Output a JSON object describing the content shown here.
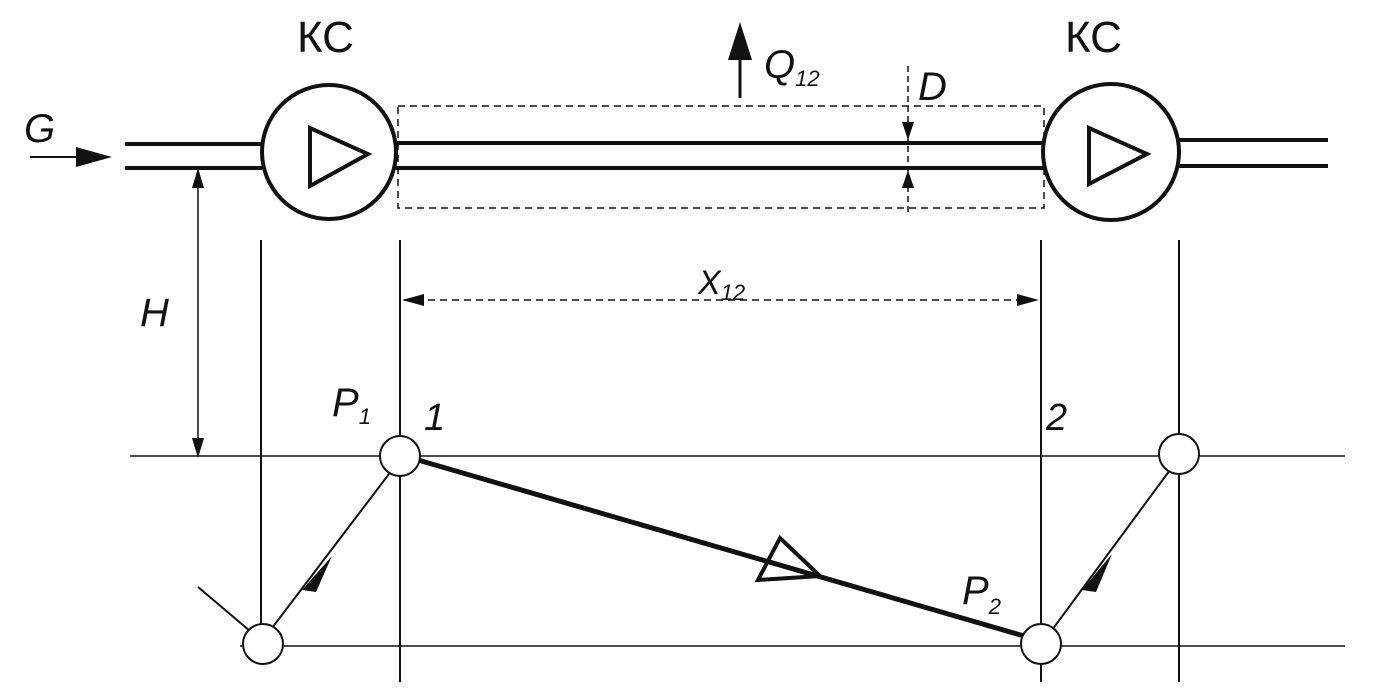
{
  "labels": {
    "station_left": "КС",
    "station_right": "КС",
    "flow": "G",
    "heat_flux": "Q",
    "heat_flux_sub": "12",
    "diameter": "D",
    "height": "H",
    "length": "X",
    "length_sub": "12",
    "pressure_1": "P",
    "pressure_1_sub": "1",
    "pressure_2": "P",
    "pressure_2_sub": "2",
    "node_1": "1",
    "node_2": "2"
  },
  "colors": {
    "ink": "#111111",
    "background": "#ffffff"
  }
}
